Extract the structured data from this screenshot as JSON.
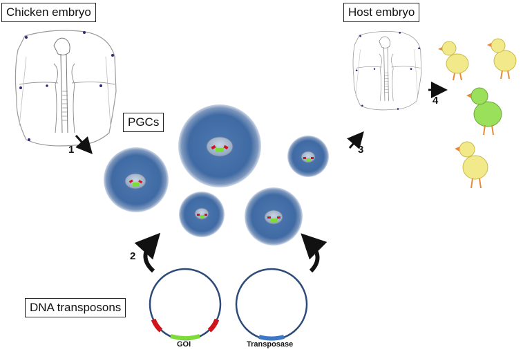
{
  "labels": {
    "chicken_embryo": "Chicken embryo",
    "host_embryo": "Host embryo",
    "pgcs": "PGCs",
    "dna_transposons": "DNA transposons",
    "goi": "GOI",
    "transposase": "Transposase"
  },
  "steps": [
    "1",
    "2",
    "3",
    "4"
  ],
  "colors": {
    "cell_blue": "#4a6fa5",
    "cell_dark": "#2f4f82",
    "plasmid_outline": "#2e4a78",
    "goi_green": "#7ddc3a",
    "transposon_red": "#d0141c",
    "transposase_blue": "#3d78c6",
    "chick_yellow": "#f4ea8a",
    "chick_green": "#9be05a"
  },
  "icons": {
    "embryo": "embryo-outline-icon",
    "chick": "chick-icon",
    "arrow": "arrow-icon"
  }
}
